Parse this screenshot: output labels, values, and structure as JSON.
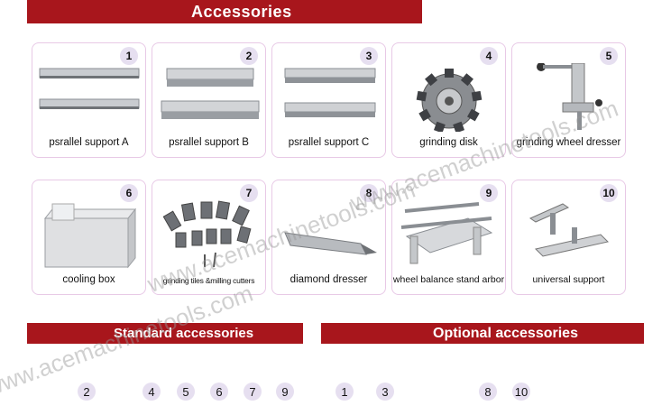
{
  "header": {
    "title": "Accessories"
  },
  "cards": [
    {
      "number": "1",
      "label": "psrallel  support A"
    },
    {
      "number": "2",
      "label": "psrallel  support   B"
    },
    {
      "number": "3",
      "label": "psrallel  support C"
    },
    {
      "number": "4",
      "label": "grinding disk"
    },
    {
      "number": "5",
      "label": "grinding wheel dresser"
    },
    {
      "number": "6",
      "label": "cooling box"
    },
    {
      "number": "7",
      "label": "grinding tiles &milling cutters"
    },
    {
      "number": "8",
      "label": "diamond dresser"
    },
    {
      "number": "9",
      "label": "wheel balance stand arbor"
    },
    {
      "number": "10",
      "label": "universal support"
    }
  ],
  "standard": {
    "title": "Standard  accessories",
    "items": [
      "2",
      "4",
      "5",
      "6",
      "7",
      "9"
    ]
  },
  "optional": {
    "title": "Optional accessories",
    "items": [
      "1",
      "3",
      "8",
      "10"
    ]
  },
  "watermarks": [
    "www.acemachinetools.com",
    "www.acemachinetools.com",
    "www.acemachinetools.com"
  ],
  "colors": {
    "banner": "#a8161c",
    "card_border": "#e8c9e6",
    "badge": "#e6dff0"
  }
}
